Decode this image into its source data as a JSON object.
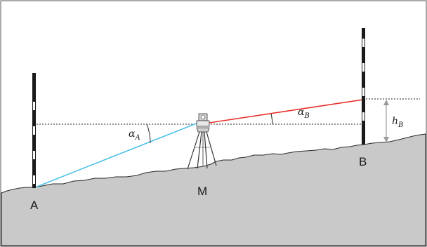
{
  "points": {
    "a": "A",
    "m": "M",
    "b": "B"
  },
  "angles": {
    "alpha_a": {
      "symbol": "α",
      "sub": "A"
    },
    "alpha_b": {
      "symbol": "α",
      "sub": "B"
    }
  },
  "height": {
    "symbol": "h",
    "sub": "B"
  },
  "colors": {
    "sight_line_a": "#4fc3e8",
    "sight_line_b": "#e8302a",
    "ground": "#c9c9c9",
    "staff": "#1a1a1a",
    "dimension": "#9a9a9a"
  }
}
